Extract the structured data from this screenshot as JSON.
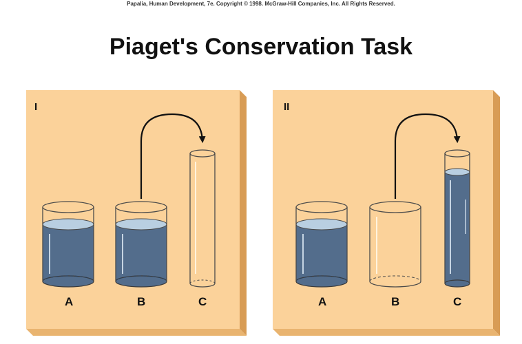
{
  "copyright": "Papalia, Human Development, 7e. Copyright © 1998. McGraw-Hill Companies, Inc. All Rights Reserved.",
  "title": "Piaget's Conservation Task",
  "colors": {
    "panel_face": "#fbd29a",
    "panel_side": "#d89c55",
    "panel_bottom": "#e9b470",
    "liquid": "#536d8c",
    "liquid_top": "#b9cfe1",
    "glass_stroke": "#4a4a4a"
  },
  "panels": [
    {
      "label": "I",
      "glasses": [
        "A",
        "B",
        "C"
      ]
    },
    {
      "label": "II",
      "glasses": [
        "A",
        "B",
        "C"
      ]
    }
  ]
}
